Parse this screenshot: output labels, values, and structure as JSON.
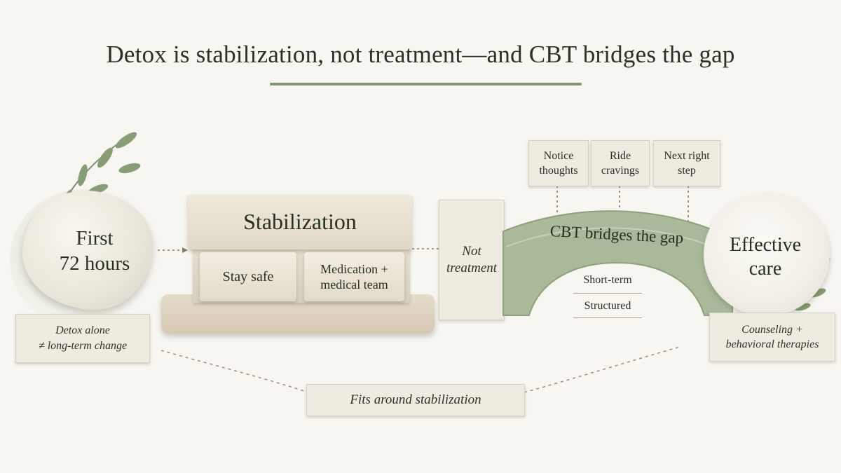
{
  "title": "Detox is stabilization, not treatment—and CBT bridges the gap",
  "stone": {
    "line1": "First",
    "line2": "72 hours"
  },
  "note_left": {
    "line1": "Detox alone",
    "line2": "≠ long-term change"
  },
  "stabilization": {
    "title": "Stabilization",
    "left_block": "Stay safe",
    "right_block_line1": "Medication +",
    "right_block_line2": "medical team"
  },
  "not_treatment": {
    "line1": "Not",
    "line2": "treatment"
  },
  "bridge": {
    "label": "CBT bridges the gap",
    "terms": [
      "Short-term",
      "Structured"
    ]
  },
  "cards": [
    {
      "line1": "Notice",
      "line2": "thoughts"
    },
    {
      "line1": "Ride",
      "line2": "cravings"
    },
    {
      "line1": "Next right",
      "line2": "step"
    }
  ],
  "effective_care": {
    "line1": "Effective",
    "line2": "care"
  },
  "note_right": {
    "line1": "Counseling +",
    "line2": "behavioral therapies"
  },
  "note_bottom": "Fits around stabilization",
  "colors": {
    "sage_green": "#a9b99a",
    "title_text": "#2b3324",
    "stone_beige": "#e3dac8",
    "background": "#f7f6f1"
  }
}
